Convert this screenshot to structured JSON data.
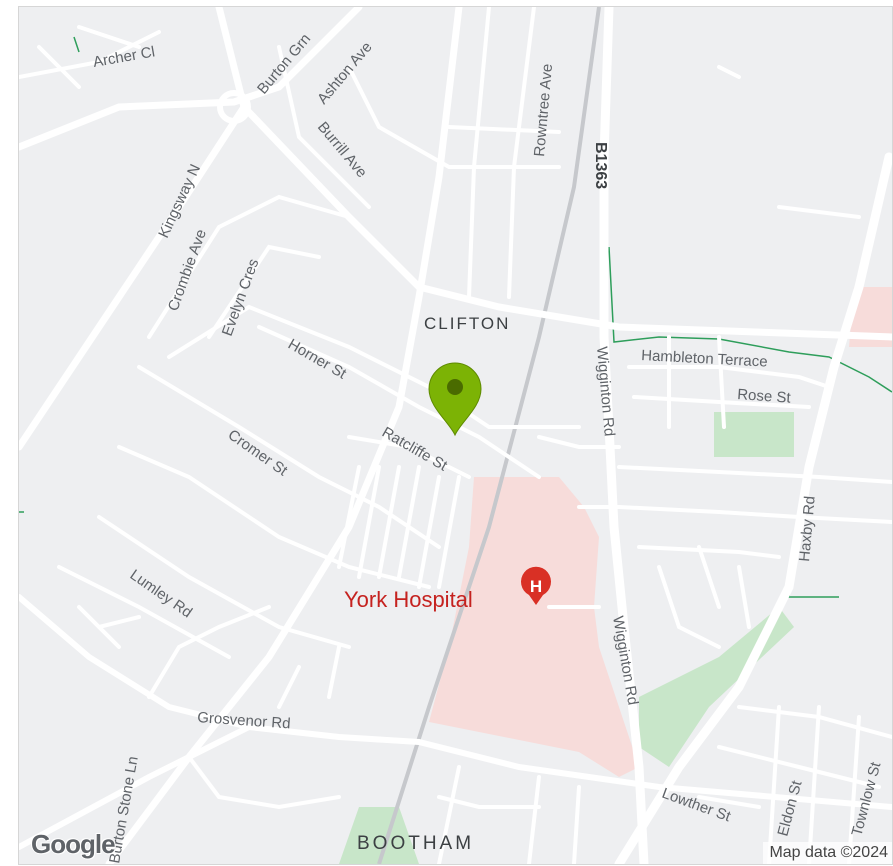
{
  "map": {
    "colors": {
      "background": "#eeeff1",
      "road": "#ffffff",
      "hospital_area": "#f7dcda",
      "park": "#c8e6c9",
      "boundary": "#2e9e5b",
      "marker": "#7cb305",
      "poi_red": "#d93025"
    },
    "area_labels": {
      "clifton": "CLIFTON",
      "bootham": "BOOTHAM"
    },
    "poi": {
      "name": "York Hospital",
      "icon": "hospital-h-icon",
      "glyph": "H"
    },
    "marker_icon": "map-pin-icon",
    "route_shield": "B1363",
    "streets": {
      "archer_cl": "Archer Cl",
      "burton_grn": "Burton Grn",
      "ashton_ave": "Ashton Ave",
      "rowntree_ave": "Rowntree Ave",
      "burrill_ave": "Burrill Ave",
      "kingsway_n": "Kingsway N",
      "crombie_ave": "Crombie Ave",
      "evelyn_cres": "Evelyn Cres",
      "horner_st": "Horner St",
      "ratcliffe_st": "Ratcliffe St",
      "cromer_st": "Cromer St",
      "lumley_rd": "Lumley Rd",
      "grosvenor_rd": "Grosvenor Rd",
      "burton_stone_ln": "Burton Stone Ln",
      "wigginton_rd": "Wigginton Rd",
      "hambleton_terrace": "Hambleton Terrace",
      "rose_st": "Rose St",
      "haxby_rd": "Haxby Rd",
      "lowther_st": "Lowther St",
      "eldon_st": "Eldon St",
      "townlow_st": "Townlow St"
    },
    "logo": "Google",
    "attribution": "Map data ©2024"
  }
}
